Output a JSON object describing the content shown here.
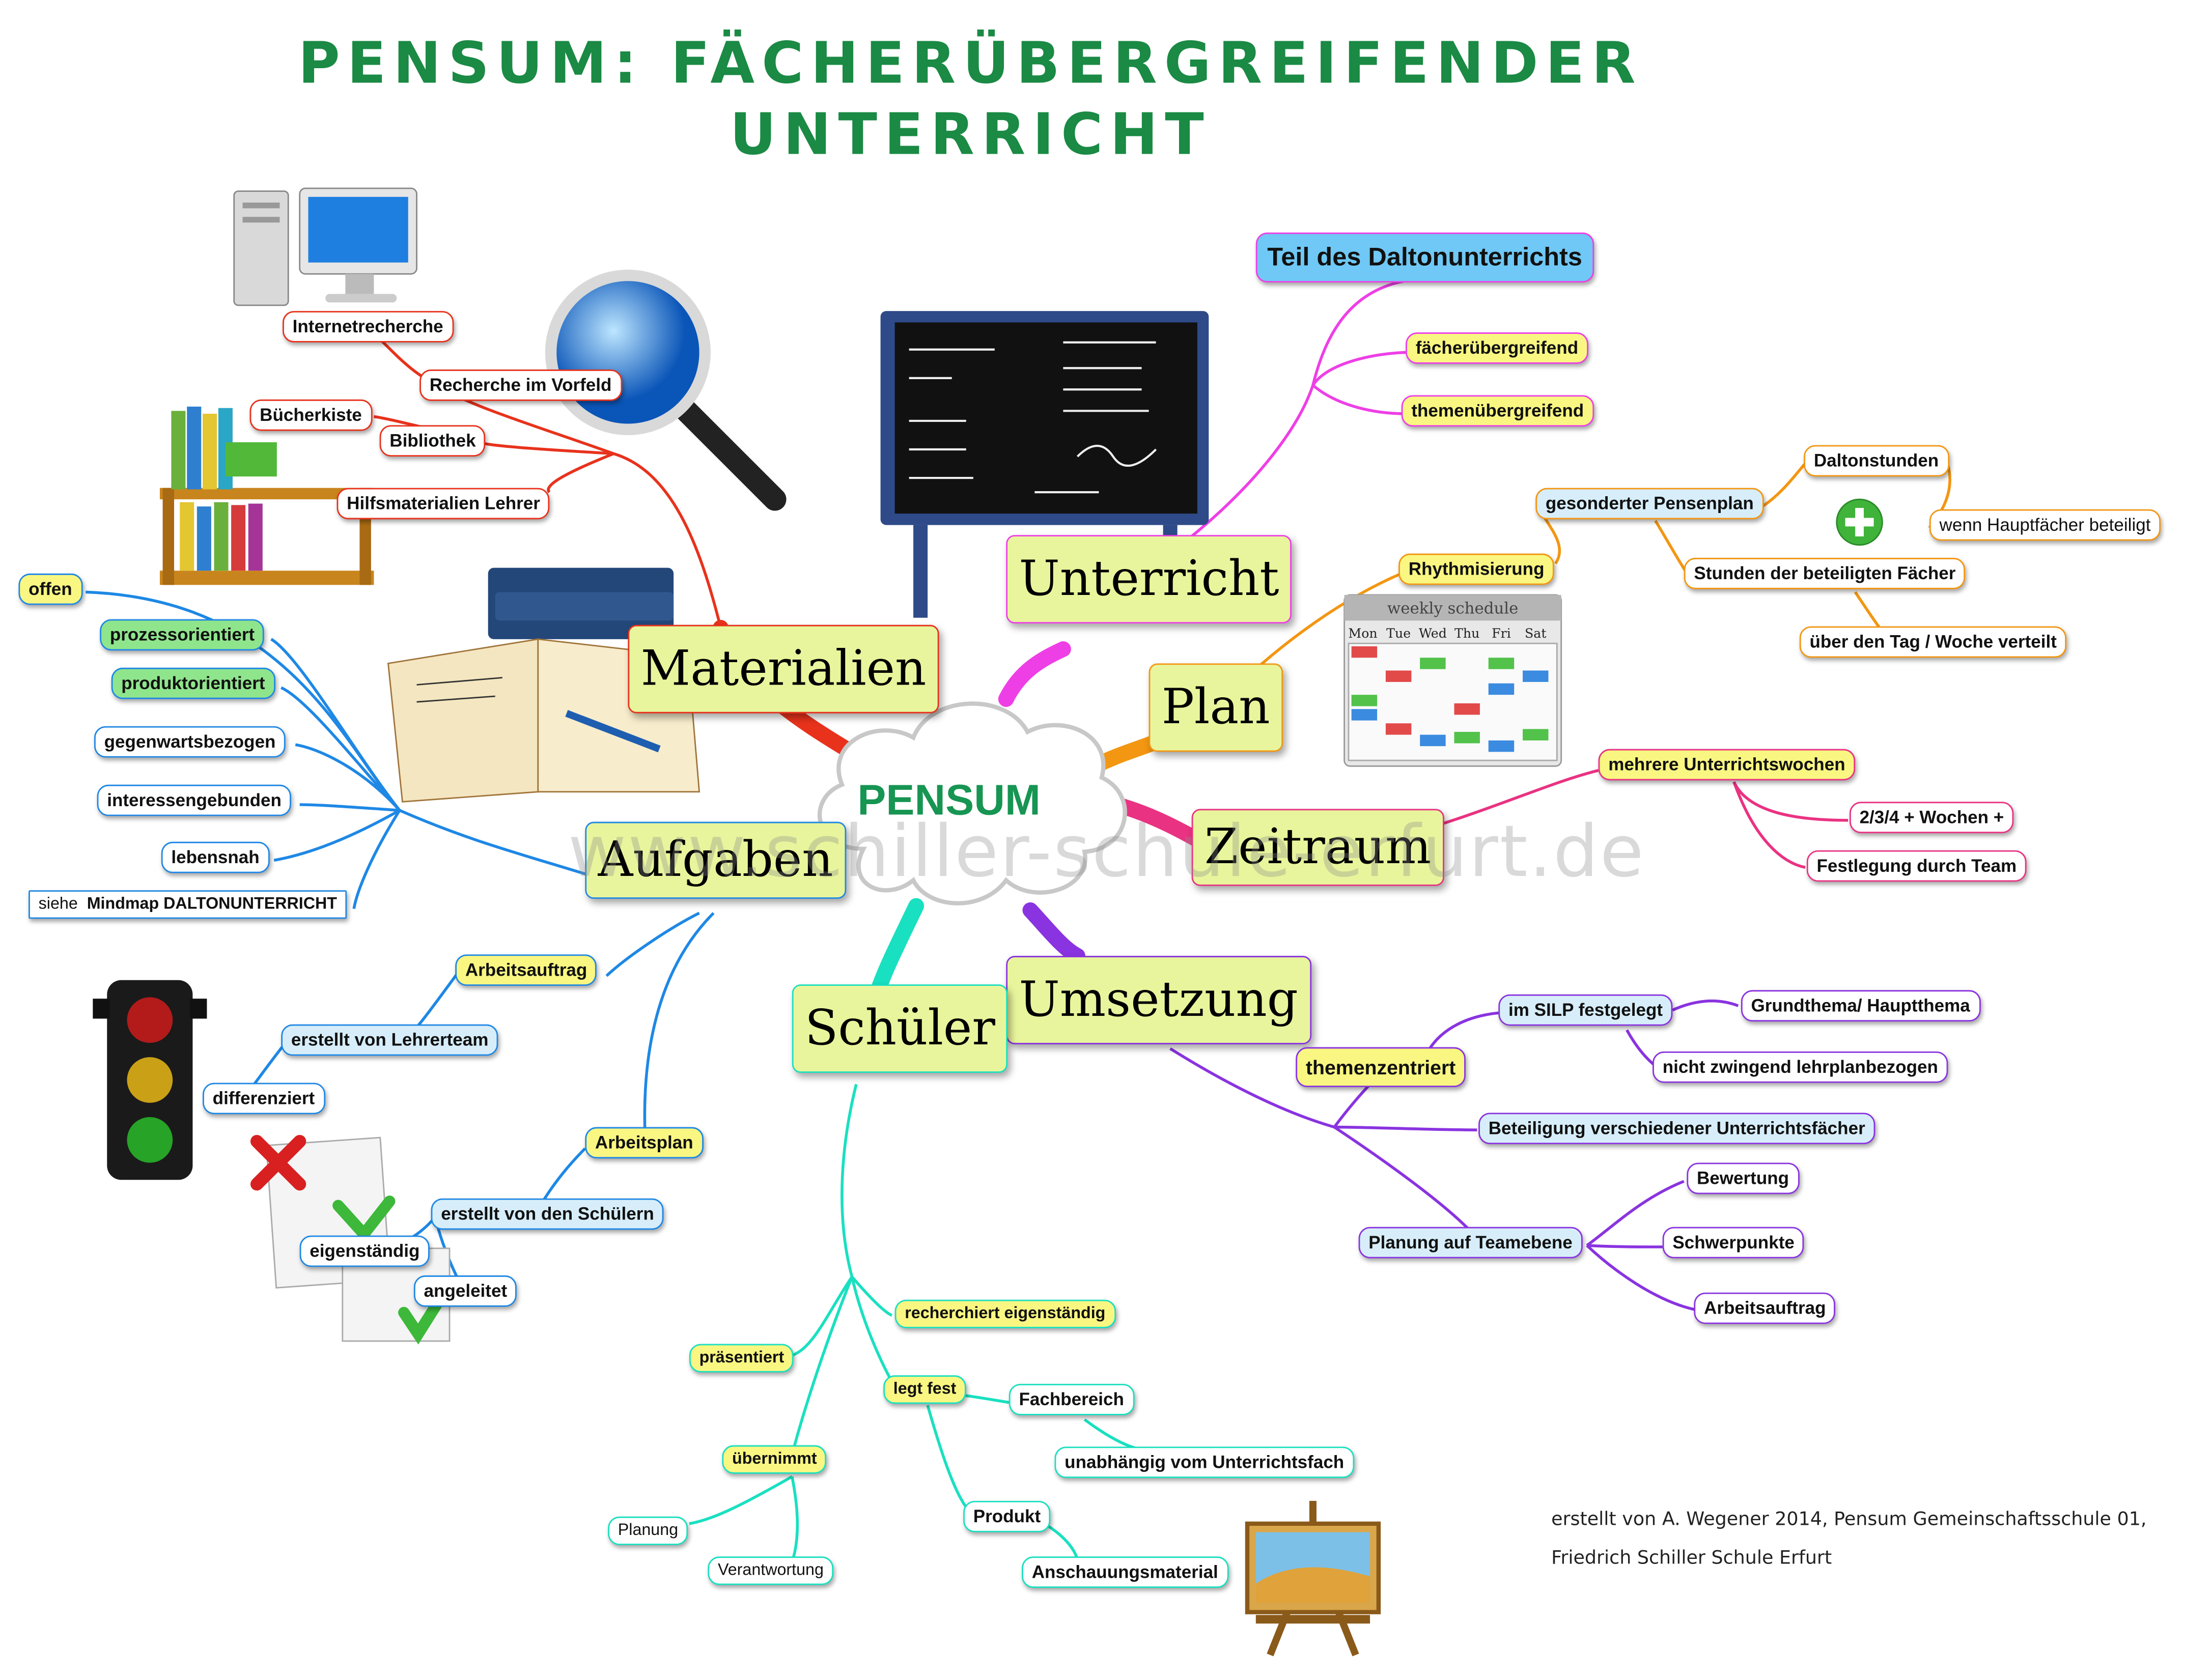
{
  "title": {
    "line1": "PENSUM: FÄCHERÜBERGREIFENDER",
    "line2": "UNTERRICHT"
  },
  "center": "PENSUM",
  "watermark": "www.schiller-schule-erfurt.de",
  "credit": {
    "line1": "erstellt von A. Wegener 2014, Pensum Gemeinschaftsschule 01,",
    "line2": "Friedrich Schiller Schule Erfurt"
  },
  "colors": {
    "title": "#1a8a44",
    "center": "#179552",
    "materialien": "#e8321c",
    "aufgaben": "#1e88e5",
    "unterricht": "#ee3fe6",
    "plan": "#f39612",
    "zeitraum": "#ea3282",
    "umsetzung": "#8a33e0",
    "schueler": "#19e0c0"
  },
  "icons": [
    "computer-icon",
    "magnifier-icon",
    "bookshelf-icon",
    "open-book-icon",
    "chalkboard-icon",
    "weekly-schedule-icon",
    "plus-icon",
    "traffic-light-icon",
    "documents-icon",
    "easel-painting-icon"
  ],
  "schedule": {
    "caption": "weekly schedule",
    "days": [
      "Mon",
      "Tue",
      "Wed",
      "Thu",
      "Fri",
      "Sat"
    ]
  },
  "branches": {
    "materialien": {
      "label": "Materialien",
      "items": {
        "internetrecherche": "Internetrecherche",
        "recherche": "Recherche im Vorfeld",
        "buecherkiste": "Bücherkiste",
        "bibliothek": "Bibliothek",
        "hilfsmaterialien": "Hilfsmaterialien Lehrer"
      }
    },
    "aufgaben": {
      "label": "Aufgaben",
      "items": {
        "offen": "offen",
        "prozessorientiert": "prozessorientiert",
        "produktorientiert": "produktorientiert",
        "gegenwartsbezogen": "gegenwartsbezogen",
        "interessengebunden": "interessengebunden",
        "lebensnah": "lebensnah",
        "siehe_prefix": "siehe",
        "siehe_bold": "Mindmap DALTONUNTERRICHT",
        "arbeitsauftrag": "Arbeitsauftrag",
        "erstellt_lehrer": "erstellt von Lehrerteam",
        "differenziert": "differenziert",
        "arbeitsplan": "Arbeitsplan",
        "erstellt_schueler": "erstellt von den Schülern",
        "eigenstaendig": "eigenständig",
        "angeleitet": "angeleitet"
      }
    },
    "unterricht": {
      "label": "Unterricht",
      "items": {
        "teil": "Teil des Daltonunterrichts",
        "faecher": "fächerübergreifend",
        "themen": "themenübergreifend"
      }
    },
    "plan": {
      "label": "Plan",
      "items": {
        "rhythmisierung": "Rhythmisierung",
        "gesonderter": "gesonderter Pensenplan",
        "daltonstunden": "Daltonstunden",
        "wenn": "wenn Hauptfächer beteiligt",
        "stunden": "Stunden der beteiligten Fächer",
        "ueber": "über den Tag / Woche verteilt"
      }
    },
    "zeitraum": {
      "label": "Zeitraum",
      "items": {
        "mehrere": "mehrere Unterrichtswochen",
        "wochen": "2/3/4 + Wochen +",
        "festlegung": "Festlegung durch Team"
      }
    },
    "umsetzung": {
      "label": "Umsetzung",
      "items": {
        "themenzentriert": "themenzentriert",
        "silp": "im SILP festgelegt",
        "grundthema": "Grundthema/  Hauptthema",
        "nicht": "nicht zwingend  lehrplanbezogen",
        "beteiligung": "Beteiligung verschiedener Unterrichtsfächer",
        "planung_team": "Planung auf Teamebene",
        "bewertung": "Bewertung",
        "schwerpunkte": "Schwerpunkte",
        "arbeitsauftrag": "Arbeitsauftrag"
      }
    },
    "schueler": {
      "label": "Schüler",
      "items": {
        "recherchiert": "recherchiert eigenständig",
        "praesentiert": "präsentiert",
        "legt_fest": "legt fest",
        "fachbereich": "Fachbereich",
        "unabhaengig": "unabhängig vom Unterrichtsfach",
        "uebernimmt": "übernimmt",
        "planung": "Planung",
        "verantwortung": "Verantwortung",
        "produkt": "Produkt",
        "anschauungsmaterial": "Anschauungsmaterial"
      }
    }
  }
}
